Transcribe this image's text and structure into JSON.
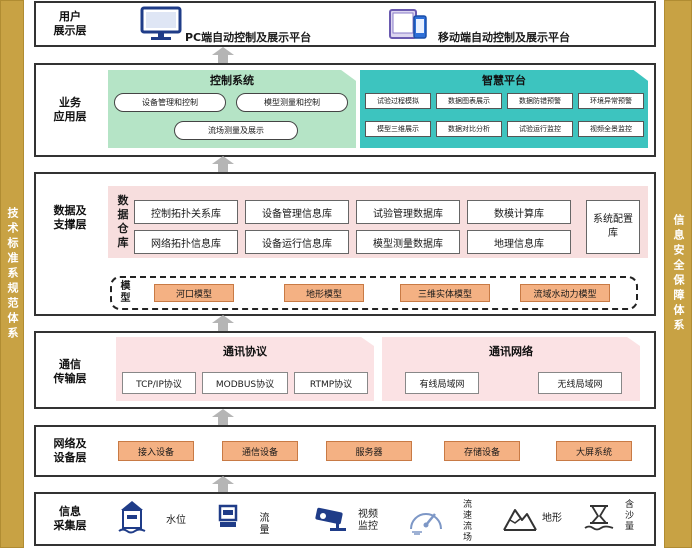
{
  "sidebars": {
    "left": "技术标准系规范体系",
    "right": "信息安全保障体系"
  },
  "layers": {
    "user": {
      "label": "用户\n展示层",
      "pc_platform": "PC端自动控制及展示平台",
      "mobile_platform": "移动端自动控制及展示平台"
    },
    "business": {
      "label": "业务\n应用层",
      "control_system": {
        "title": "控制系统",
        "items": [
          "设备管理和控制",
          "模型测量和控制",
          "流场测量及展示"
        ]
      },
      "smart_platform": {
        "title": "智慧平台",
        "items": [
          "试验过程模拟",
          "数据图表展示",
          "数据防错预警",
          "环境异常预警",
          "模型三维展示",
          "数据对比分析",
          "试验运行监控",
          "视频全景监控"
        ]
      }
    },
    "data": {
      "label": "数据及\n支撑层",
      "warehouse_label": "数据仓库",
      "databases": [
        "控制拓扑关系库",
        "设备管理信息库",
        "试验管理数据库",
        "数模计算库",
        "网络拓扑信息库",
        "设备运行信息库",
        "模型测量数据库",
        "地理信息库"
      ],
      "config_db": "系统配置库",
      "model_label": "模型",
      "models": [
        "河口模型",
        "地形模型",
        "三维实体模型",
        "流域水动力模型"
      ]
    },
    "comm": {
      "label": "通信\n传输层",
      "protocol": {
        "title": "通讯协议",
        "items": [
          "TCP/IP协议",
          "MODBUS协议",
          "RTMP协议"
        ]
      },
      "network": {
        "title": "通讯网络",
        "items": [
          "有线局域网",
          "无线局域网"
        ]
      }
    },
    "device": {
      "label": "网络及\n设备层",
      "items": [
        "接入设备",
        "通信设备",
        "服务器",
        "存储设备",
        "大屏系统"
      ]
    },
    "collect": {
      "label": "信息\n采集层",
      "items": [
        "水位",
        "流量",
        "视频监控",
        "流速流场",
        "地形",
        "含沙量"
      ]
    }
  },
  "colors": {
    "sidebar": "#c8a244",
    "control_panel": "#b5e4c6",
    "smart_panel": "#3dc4bf",
    "pink_panel": "#f7dede",
    "orange_box": "#f4b183",
    "arrow": "#b5b5b5",
    "icon_blue": "#1f3c88"
  }
}
